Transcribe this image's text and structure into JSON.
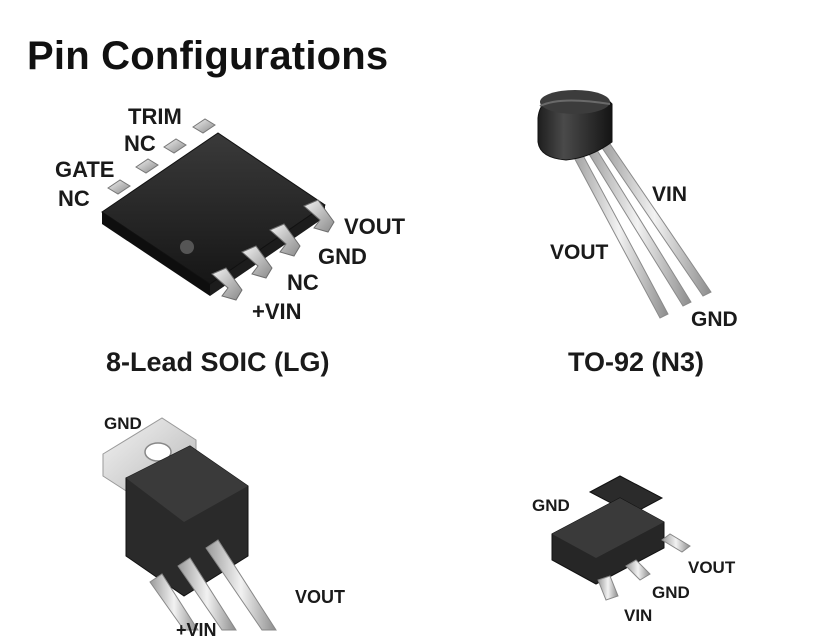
{
  "page": {
    "title": "Pin Configurations"
  },
  "packages": {
    "soic": {
      "caption": "8-Lead SOIC (LG)",
      "pins": {
        "trim": "TRIM",
        "nc_top": "NC",
        "gate": "GATE",
        "nc_left": "NC",
        "vout": "VOUT",
        "gnd": "GND",
        "nc_bottom": "NC",
        "vin": "+VIN"
      }
    },
    "to92": {
      "caption": "TO-92 (N3)",
      "pins": {
        "vin": "VIN",
        "vout": "VOUT",
        "gnd": "GND"
      }
    },
    "to220": {
      "pins": {
        "gnd": "GND",
        "vout": "VOUT",
        "vin": "+VIN"
      }
    },
    "sot89": {
      "pins": {
        "gnd_tab": "GND",
        "vout": "VOUT",
        "gnd": "GND",
        "vin": "VIN"
      }
    }
  }
}
